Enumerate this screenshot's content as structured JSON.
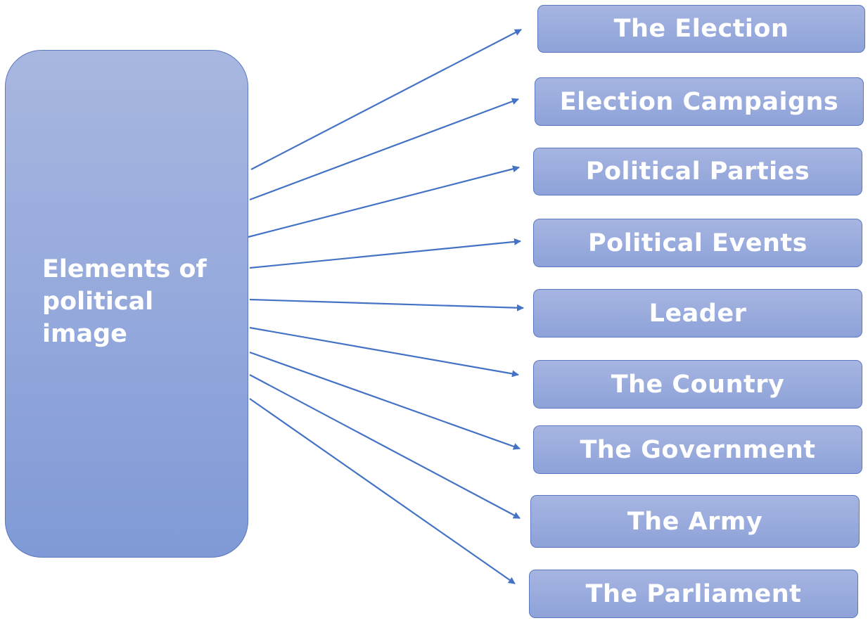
{
  "diagram": {
    "source": {
      "label": "Elements of\npolitical\nimage"
    },
    "targets": [
      {
        "label": "The Election"
      },
      {
        "label": "Election Campaigns"
      },
      {
        "label": "Political Parties"
      },
      {
        "label": "Political Events"
      },
      {
        "label": "Leader"
      },
      {
        "label": "The Country"
      },
      {
        "label": "The Government"
      },
      {
        "label": "The Army"
      },
      {
        "label": "The Parliament"
      }
    ],
    "colors": {
      "arrow": "#4472c4",
      "box_border": "#5b78c0",
      "box_fill": "#95a9dc",
      "text": "#ffffff"
    }
  }
}
